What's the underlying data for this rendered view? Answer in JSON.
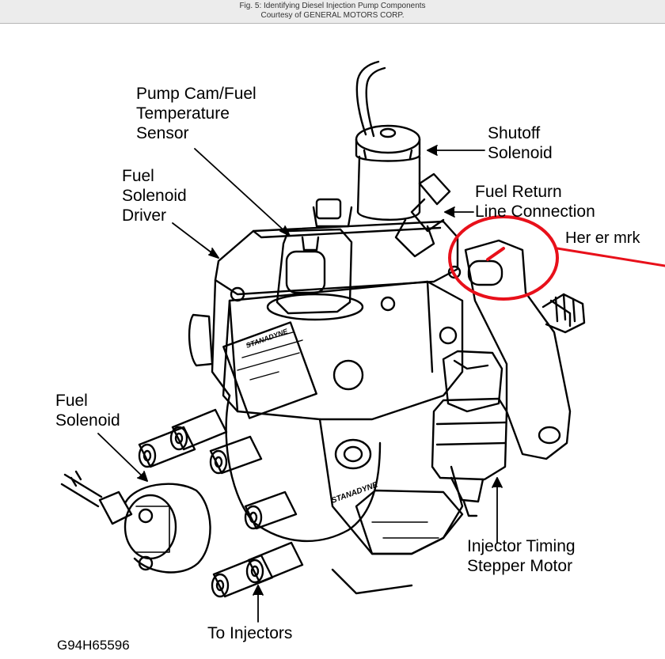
{
  "header": {
    "caption": "Fig. 5: Identifying Diesel Injection Pump Components",
    "courtesy": "Courtesy of GENERAL MOTORS CORP."
  },
  "labels": {
    "pump_cam": [
      "Pump Cam/Fuel",
      "Temperature",
      "Sensor"
    ],
    "shutoff": [
      "Shutoff",
      "Solenoid"
    ],
    "fuel_solenoid_driver": [
      "Fuel",
      "Solenoid",
      "Driver"
    ],
    "fuel_return": [
      "Fuel Return",
      "Line Connection"
    ],
    "fuel_solenoid": [
      "Fuel",
      "Solenoid"
    ],
    "injector_timing": [
      "Injector Timing",
      "Stepper Motor"
    ],
    "to_injectors": "To Injectors",
    "figure_code": "G94H65596"
  },
  "annotation": {
    "note": "Her er mrk",
    "color": "#e8101a"
  },
  "brand_marks": [
    "STANADYNE",
    "STANADYNE"
  ]
}
